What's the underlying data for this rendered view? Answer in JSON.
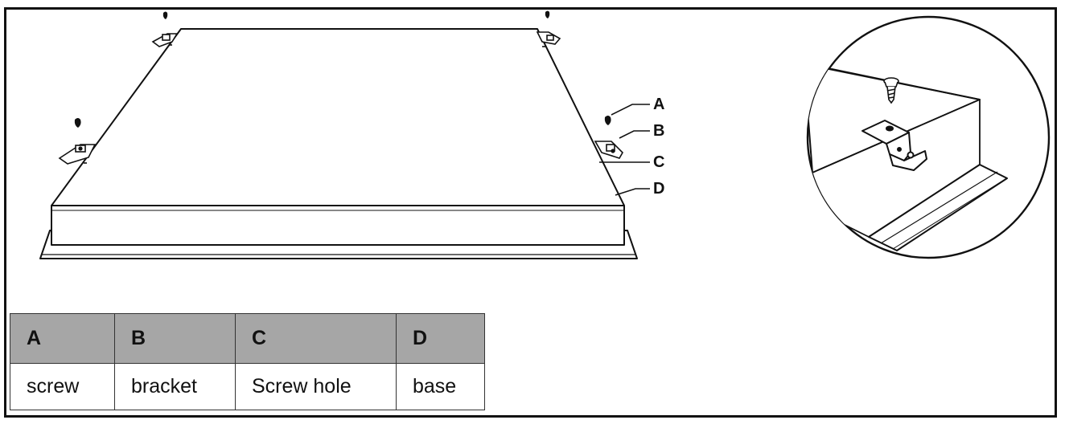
{
  "callouts": {
    "a": "A",
    "b": "B",
    "c": "C",
    "d": "D"
  },
  "legend": {
    "headers": [
      "A",
      "B",
      "C",
      "D"
    ],
    "values": [
      "screw",
      "bracket",
      "Screw hole",
      "base"
    ]
  },
  "colors": {
    "line": "#111111",
    "table_header_bg": "#a6a6a6"
  }
}
